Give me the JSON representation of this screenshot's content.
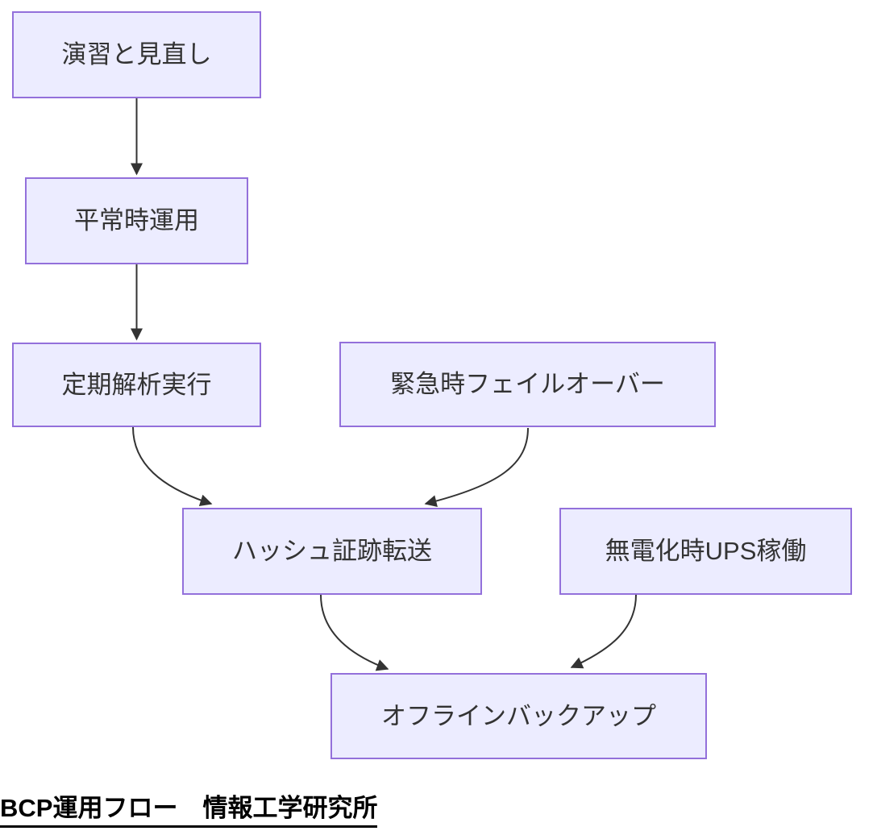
{
  "diagram": {
    "type": "flowchart",
    "direction": "top-down",
    "nodes": [
      {
        "label": "演習と見直し"
      },
      {
        "label": "平常時運用"
      },
      {
        "label": "定期解析実行"
      },
      {
        "label": "緊急時フェイルオーバー"
      },
      {
        "label": "ハッシュ証跡転送"
      },
      {
        "label": "無電化時UPS稼働"
      },
      {
        "label": "オフラインバックアップ"
      }
    ],
    "edges": [
      {
        "from": "演習と見直し",
        "to": "平常時運用"
      },
      {
        "from": "平常時運用",
        "to": "定期解析実行"
      },
      {
        "from": "定期解析実行",
        "to": "ハッシュ証跡転送"
      },
      {
        "from": "緊急時フェイルオーバー",
        "to": "ハッシュ証跡転送"
      },
      {
        "from": "ハッシュ証跡転送",
        "to": "オフラインバックアップ"
      },
      {
        "from": "無電化時UPS稼働",
        "to": "オフラインバックアップ"
      }
    ],
    "caption": "BCP運用フロー　情報工学研究所",
    "colors": {
      "node_fill": "#ECECFF",
      "node_border": "#9370DB",
      "edge": "#333333",
      "node_text": "#333333",
      "caption_text": "#000000",
      "background": "#FFFFFF"
    }
  }
}
